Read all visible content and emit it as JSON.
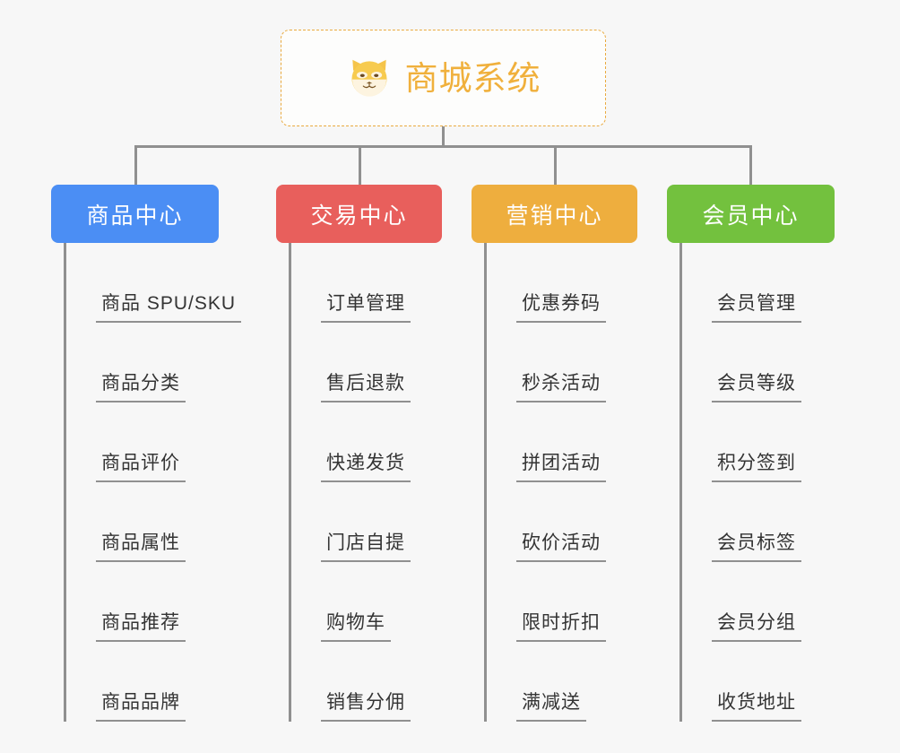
{
  "diagram": {
    "type": "organization-tree",
    "background_color": "#f7f7f7",
    "root": {
      "title": "商城系统",
      "icon": "shiba-dog-face-icon",
      "text_color": "#f0b03c",
      "border_color": "#e9aa3f",
      "border_style": "dashed"
    },
    "branches": [
      {
        "label": "商品中心",
        "color": "#4b8ef4",
        "items": [
          "商品 SPU/SKU",
          "商品分类",
          "商品评价",
          "商品属性",
          "商品推荐",
          "商品品牌"
        ]
      },
      {
        "label": "交易中心",
        "color": "#e85f5c",
        "items": [
          "订单管理",
          "售后退款",
          "快递发货",
          "门店自提",
          "购物车",
          "销售分佣"
        ]
      },
      {
        "label": "营销中心",
        "color": "#eeae3e",
        "items": [
          "优惠券码",
          "秒杀活动",
          "拼团活动",
          "砍价活动",
          "限时折扣",
          "满减送"
        ]
      },
      {
        "label": "会员中心",
        "color": "#73c13e",
        "items": [
          "会员管理",
          "会员等级",
          "积分签到",
          "会员标签",
          "会员分组",
          "收货地址"
        ]
      }
    ],
    "connector_color": "#909090",
    "leaf_text_color": "#343434"
  }
}
